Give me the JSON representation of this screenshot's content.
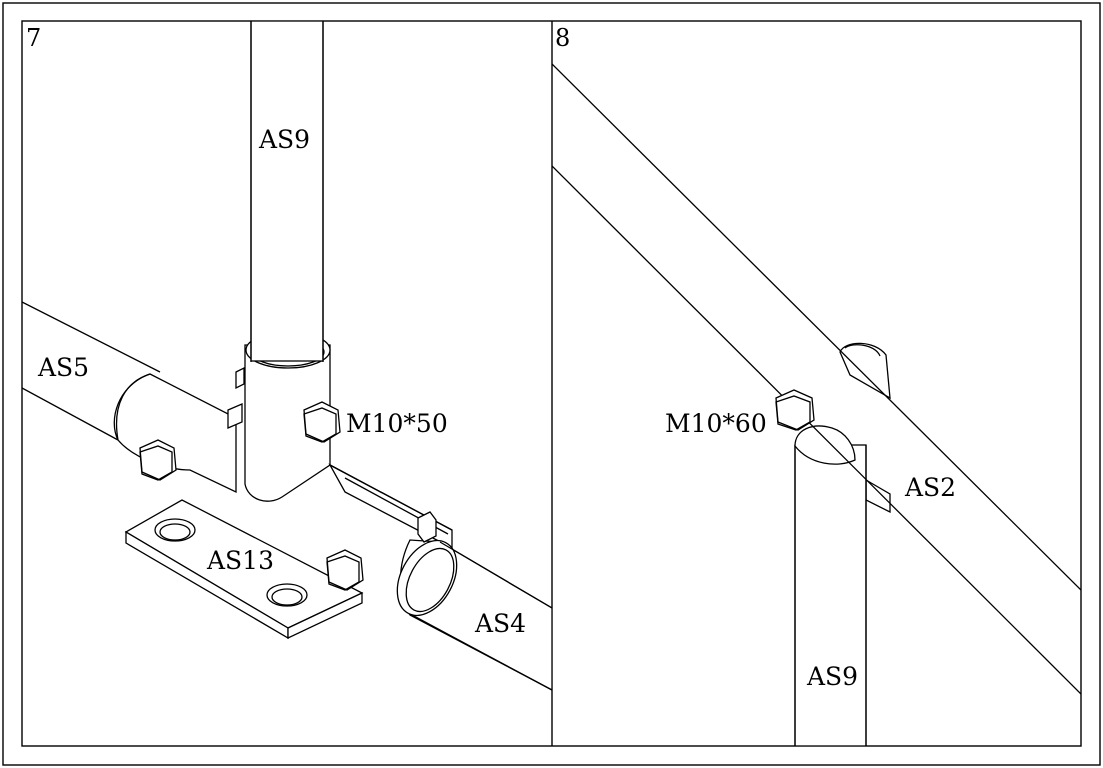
{
  "panels": [
    {
      "step": "7",
      "labels": {
        "upright": "AS9",
        "left_rail": "AS5",
        "bolt": "M10*50",
        "plate": "AS13",
        "right_rail": "AS4"
      }
    },
    {
      "step": "8",
      "labels": {
        "bolt": "M10*60",
        "rail": "AS2",
        "upright": "AS9"
      }
    }
  ],
  "colors": {
    "line": "#000000",
    "background": "#ffffff"
  }
}
